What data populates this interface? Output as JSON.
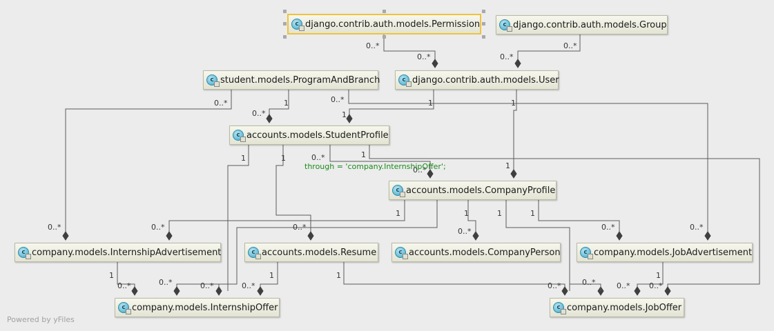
{
  "classes": {
    "permission": "django.contrib.auth.models.Permission",
    "group": "django.contrib.auth.models.Group",
    "program_and_branch": "student.models.ProgramAndBranch",
    "user": "django.contrib.auth.models.User",
    "student_profile": "accounts.models.StudentProfile",
    "company_profile": "accounts.models.CompanyProfile",
    "internship_advertisement": "company.models.InternshipAdvertisement",
    "resume": "accounts.models.Resume",
    "company_person": "accounts.models.CompanyPerson",
    "job_advertisement": "company.models.JobAdvertisement",
    "internship_offer": "company.models.InternshipOffer",
    "job_offer": "company.models.JobOffer"
  },
  "class_icon": "class-icon",
  "selected_class": "permission",
  "selection_color": "#f0c23a",
  "annotation_color": "#1b8a1b",
  "multiplicities": {
    "one": "1",
    "many": "0..*"
  },
  "annotation": "through = 'company.InternshipOffer';",
  "footer": "Powered by yFiles"
}
